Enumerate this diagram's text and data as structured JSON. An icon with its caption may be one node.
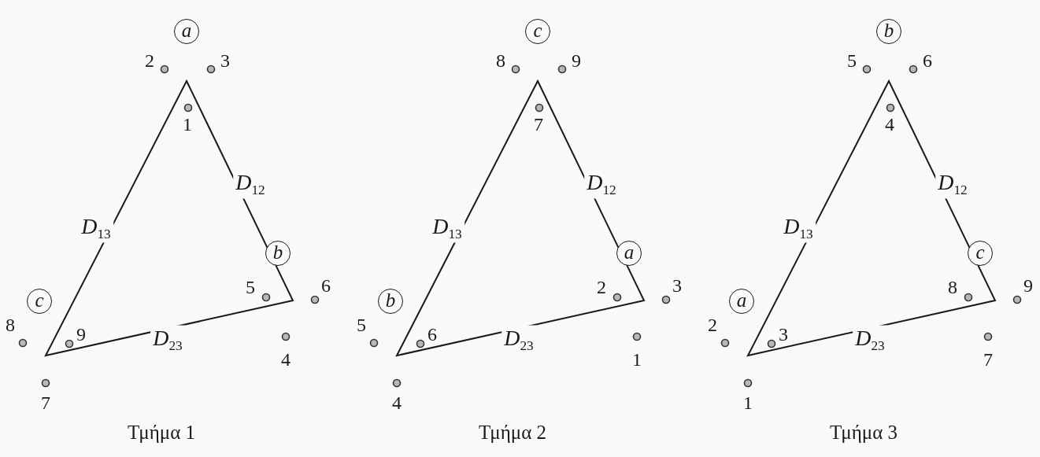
{
  "diagram": {
    "nodes": [
      {
        "text": [
          "a"
        ]
      },
      {
        "text": [
          "b"
        ]
      },
      {
        "text": [
          "c"
        ]
      },
      {
        "text": [
          "c"
        ]
      },
      {
        "text": [
          "a"
        ]
      },
      {
        "text": [
          "b"
        ]
      },
      {
        "text": [
          "b"
        ]
      },
      {
        "text": [
          "c"
        ]
      },
      {
        "text": [
          "a"
        ]
      }
    ],
    "labels": [
      "2",
      "3",
      "1",
      "*D*$_{12}$",
      "*D*$_{13}$",
      "5",
      "6",
      "4",
      "8",
      "9",
      "*D*$_{23}$",
      "7",
      "Τμήμα 1",
      "8",
      "9",
      "7",
      "*D*$_{12}$",
      "*D*$_{13}$",
      "2",
      "3",
      "1",
      "5",
      "6",
      "*D*$_{23}$",
      "4",
      "Τμήμα 2",
      "5",
      "6",
      "4",
      "*D*$_{12}$",
      "*D*$_{13}$",
      "8",
      "9",
      "7",
      "2",
      "3",
      "*D*$_{23}$",
      "1",
      "Τμήμα 3"
    ]
  }
}
